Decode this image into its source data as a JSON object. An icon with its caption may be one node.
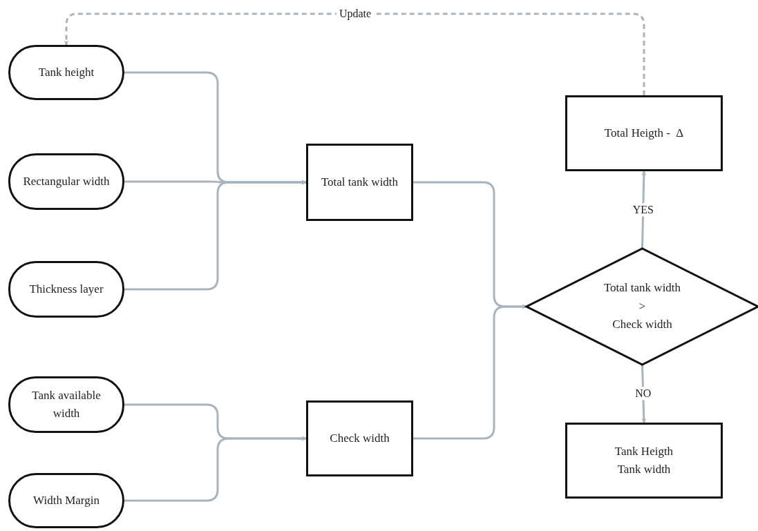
{
  "diagram": {
    "nodes": [
      {
        "text": [
          "Tank height"
        ]
      },
      {
        "text": [
          "Rectangular width"
        ]
      },
      {
        "text": [
          "Thickness layer"
        ]
      },
      {
        "text": [
          "Tank available width"
        ]
      },
      {
        "text": [
          "Width Margin"
        ]
      },
      {
        "text": [
          "Total tank width"
        ]
      },
      {
        "text": [
          "Check width"
        ]
      },
      {
        "text": [
          "Total tank width",
          ">",
          "Check width"
        ]
      },
      {
        "text": [
          "Total Heigth -  Δ"
        ]
      },
      {
        "text": [
          "Tank Heigth",
          "Tank width"
        ]
      }
    ],
    "edges": [
      {
        "from": 0,
        "to": 5,
        "arrow": "to"
      },
      {
        "from": 1,
        "to": 5,
        "arrow": "to"
      },
      {
        "from": 2,
        "to": 5,
        "arrow": "to"
      },
      {
        "from": 3,
        "to": 6,
        "arrow": "to"
      },
      {
        "from": 4,
        "to": 6,
        "arrow": "to"
      },
      {
        "from": 5,
        "to": 7,
        "arrow": "to"
      },
      {
        "from": 6,
        "to": 7,
        "arrow": "to"
      },
      {
        "from": 7,
        "to": 8,
        "arrow": "to",
        "label": "YES"
      },
      {
        "from": 7,
        "to": 9,
        "arrow": "to",
        "label": "NO"
      },
      {
        "from": 8,
        "to": 0,
        "arrow": "to",
        "label": "Update",
        "style": "dashed"
      }
    ]
  }
}
